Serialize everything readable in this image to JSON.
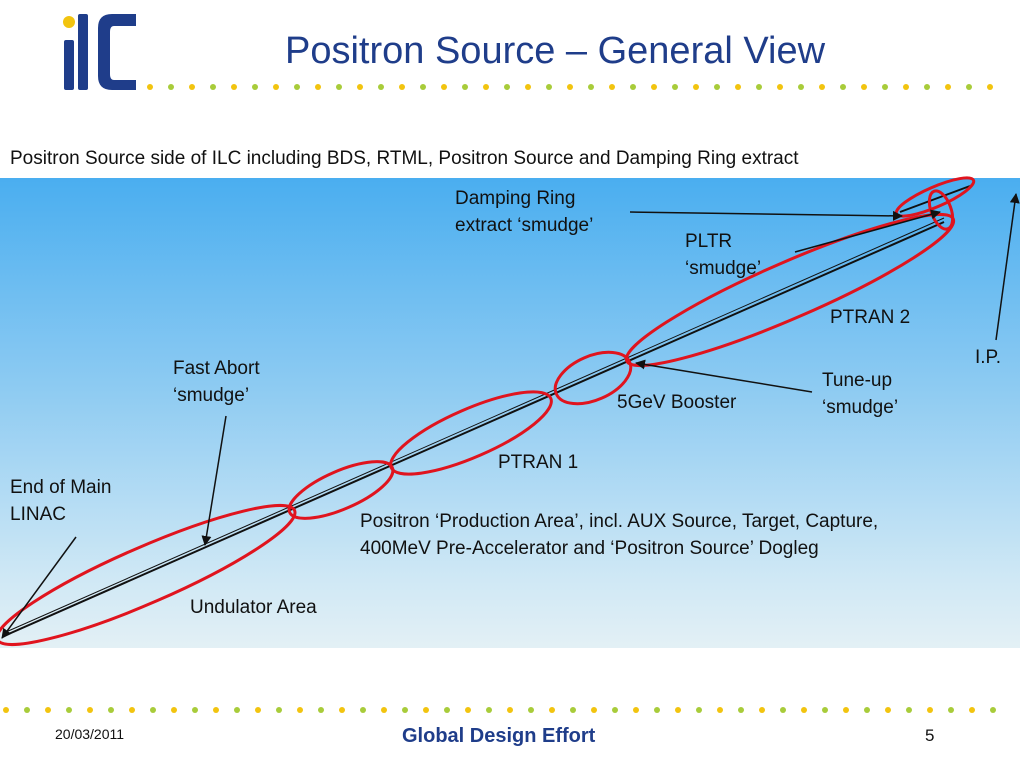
{
  "header": {
    "logo_text": "ilc",
    "title": "Positron Source – General View"
  },
  "subtitle": "Positron Source side of ILC including BDS, RTML, Positron Source and Damping Ring extract",
  "diagram": {
    "labels": {
      "damping_ring_1": "Damping Ring",
      "damping_ring_2": "extract ‘smudge’",
      "pltr_1": "PLTR",
      "pltr_2": "‘smudge’",
      "ptran2": "PTRAN 2",
      "ip": "I.P.",
      "fast_abort_1": "Fast Abort",
      "fast_abort_2": "‘smudge’",
      "tuneup_1": "Tune-up",
      "tuneup_2": "‘smudge’",
      "booster": "5GeV Booster",
      "ptran1": "PTRAN 1",
      "end_main_1": "End of Main",
      "end_main_2": "LINAC",
      "production_1": "Positron ‘Production Area’, incl. AUX Source, Target, Capture,",
      "production_2": "400MeV Pre-Accelerator and ‘Positron Source’ Dogleg",
      "undulator": "Undulator Area"
    },
    "colors": {
      "ellipse": "#e0141e",
      "beamline": "#111111",
      "panel_top": "#4aaef0",
      "panel_bottom": "#e3f0f5"
    }
  },
  "footer": {
    "date": "20/03/2011",
    "org": "Global Design Effort",
    "page": "5"
  }
}
